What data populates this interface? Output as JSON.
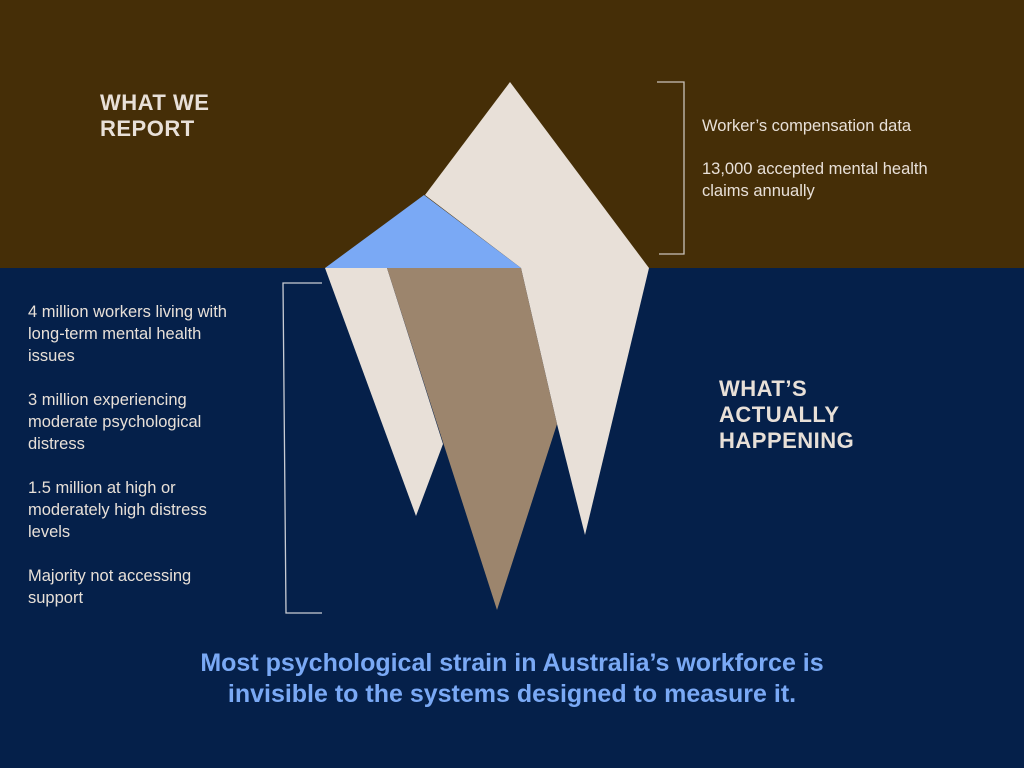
{
  "colors": {
    "above": "#452E07",
    "below": "#05204A",
    "ice": "#E8E0D8",
    "ice_blue": "#7AA9F5",
    "ice_shadow": "#9C856D"
  },
  "above": {
    "heading": "WHAT WE\nREPORT",
    "items": [
      "Worker’s compensation data",
      "13,000 accepted mental health\nclaims annually"
    ]
  },
  "below": {
    "heading": "WHAT’S\nACTUALLY\nHAPPENING",
    "items": [
      "4 million workers living with\nlong-term mental health\nissues",
      "3 million experiencing\nmoderate psychological\ndistress",
      "1.5 million at high or\nmoderately high distress\nlevels",
      "Majority not accessing\nsupport"
    ]
  },
  "footer": "Most psychological strain in Australia’s workforce is\ninvisible to the systems designed to measure it."
}
